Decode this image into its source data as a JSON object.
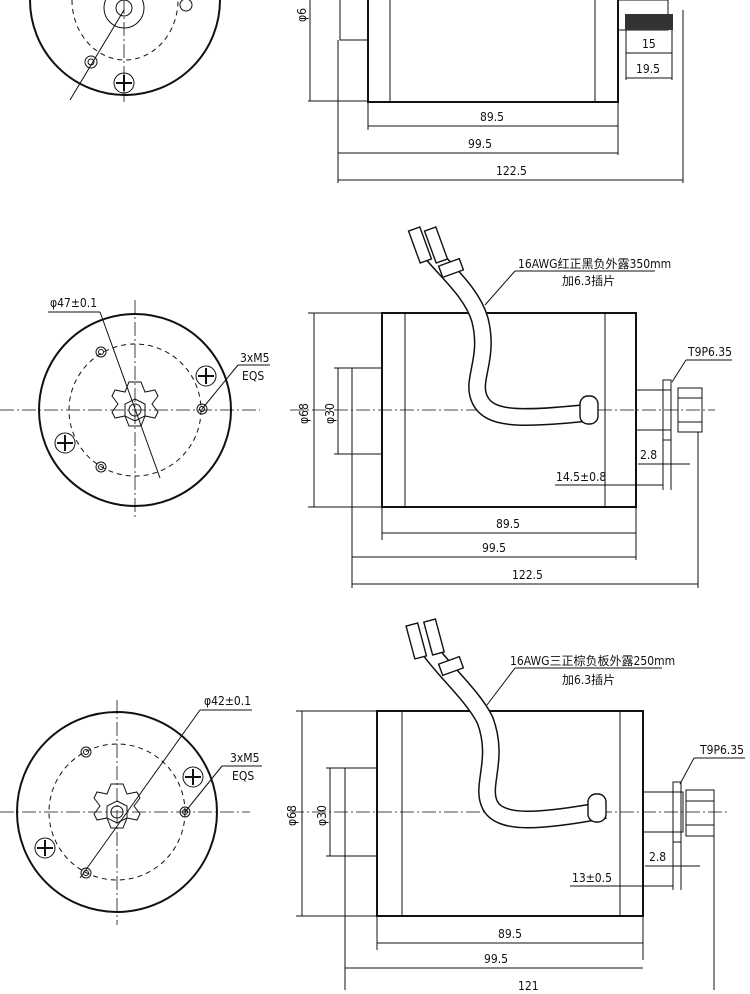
{
  "view1": {
    "dim_diameter_partial": "φ6",
    "dim_15": "15",
    "dim_19_5": "19.5",
    "dim_89_5": "89.5",
    "dim_99_5": "99.5",
    "dim_122_5": "122.5"
  },
  "view2": {
    "pcd": "φ47±0.1",
    "holes_line1": "3xM5",
    "holes_line2": "EQS",
    "wire_line1": "16AWG红正黑负外露350mm",
    "wire_line2": "加6.3插片",
    "sprocket": "T9P6.35",
    "dia_68": "φ68",
    "dia_30": "φ30",
    "dim_2_8": "2.8",
    "dim_14_5": "14.5±0.8",
    "dim_89_5": "89.5",
    "dim_99_5": "99.5",
    "dim_122_5": "122.5"
  },
  "view3": {
    "pcd": "φ42±0.1",
    "holes_line1": "3xM5",
    "holes_line2": "EQS",
    "wire_line1": "16AWG三正棕负板外露250mm",
    "wire_line2": "加6.3插片",
    "sprocket": "T9P6.35",
    "dia_68": "φ68",
    "dia_30": "φ30",
    "dim_2_8": "2.8",
    "dim_13": "13±0.5",
    "dim_89_5": "89.5",
    "dim_99_5": "99.5",
    "dim_121": "121"
  }
}
